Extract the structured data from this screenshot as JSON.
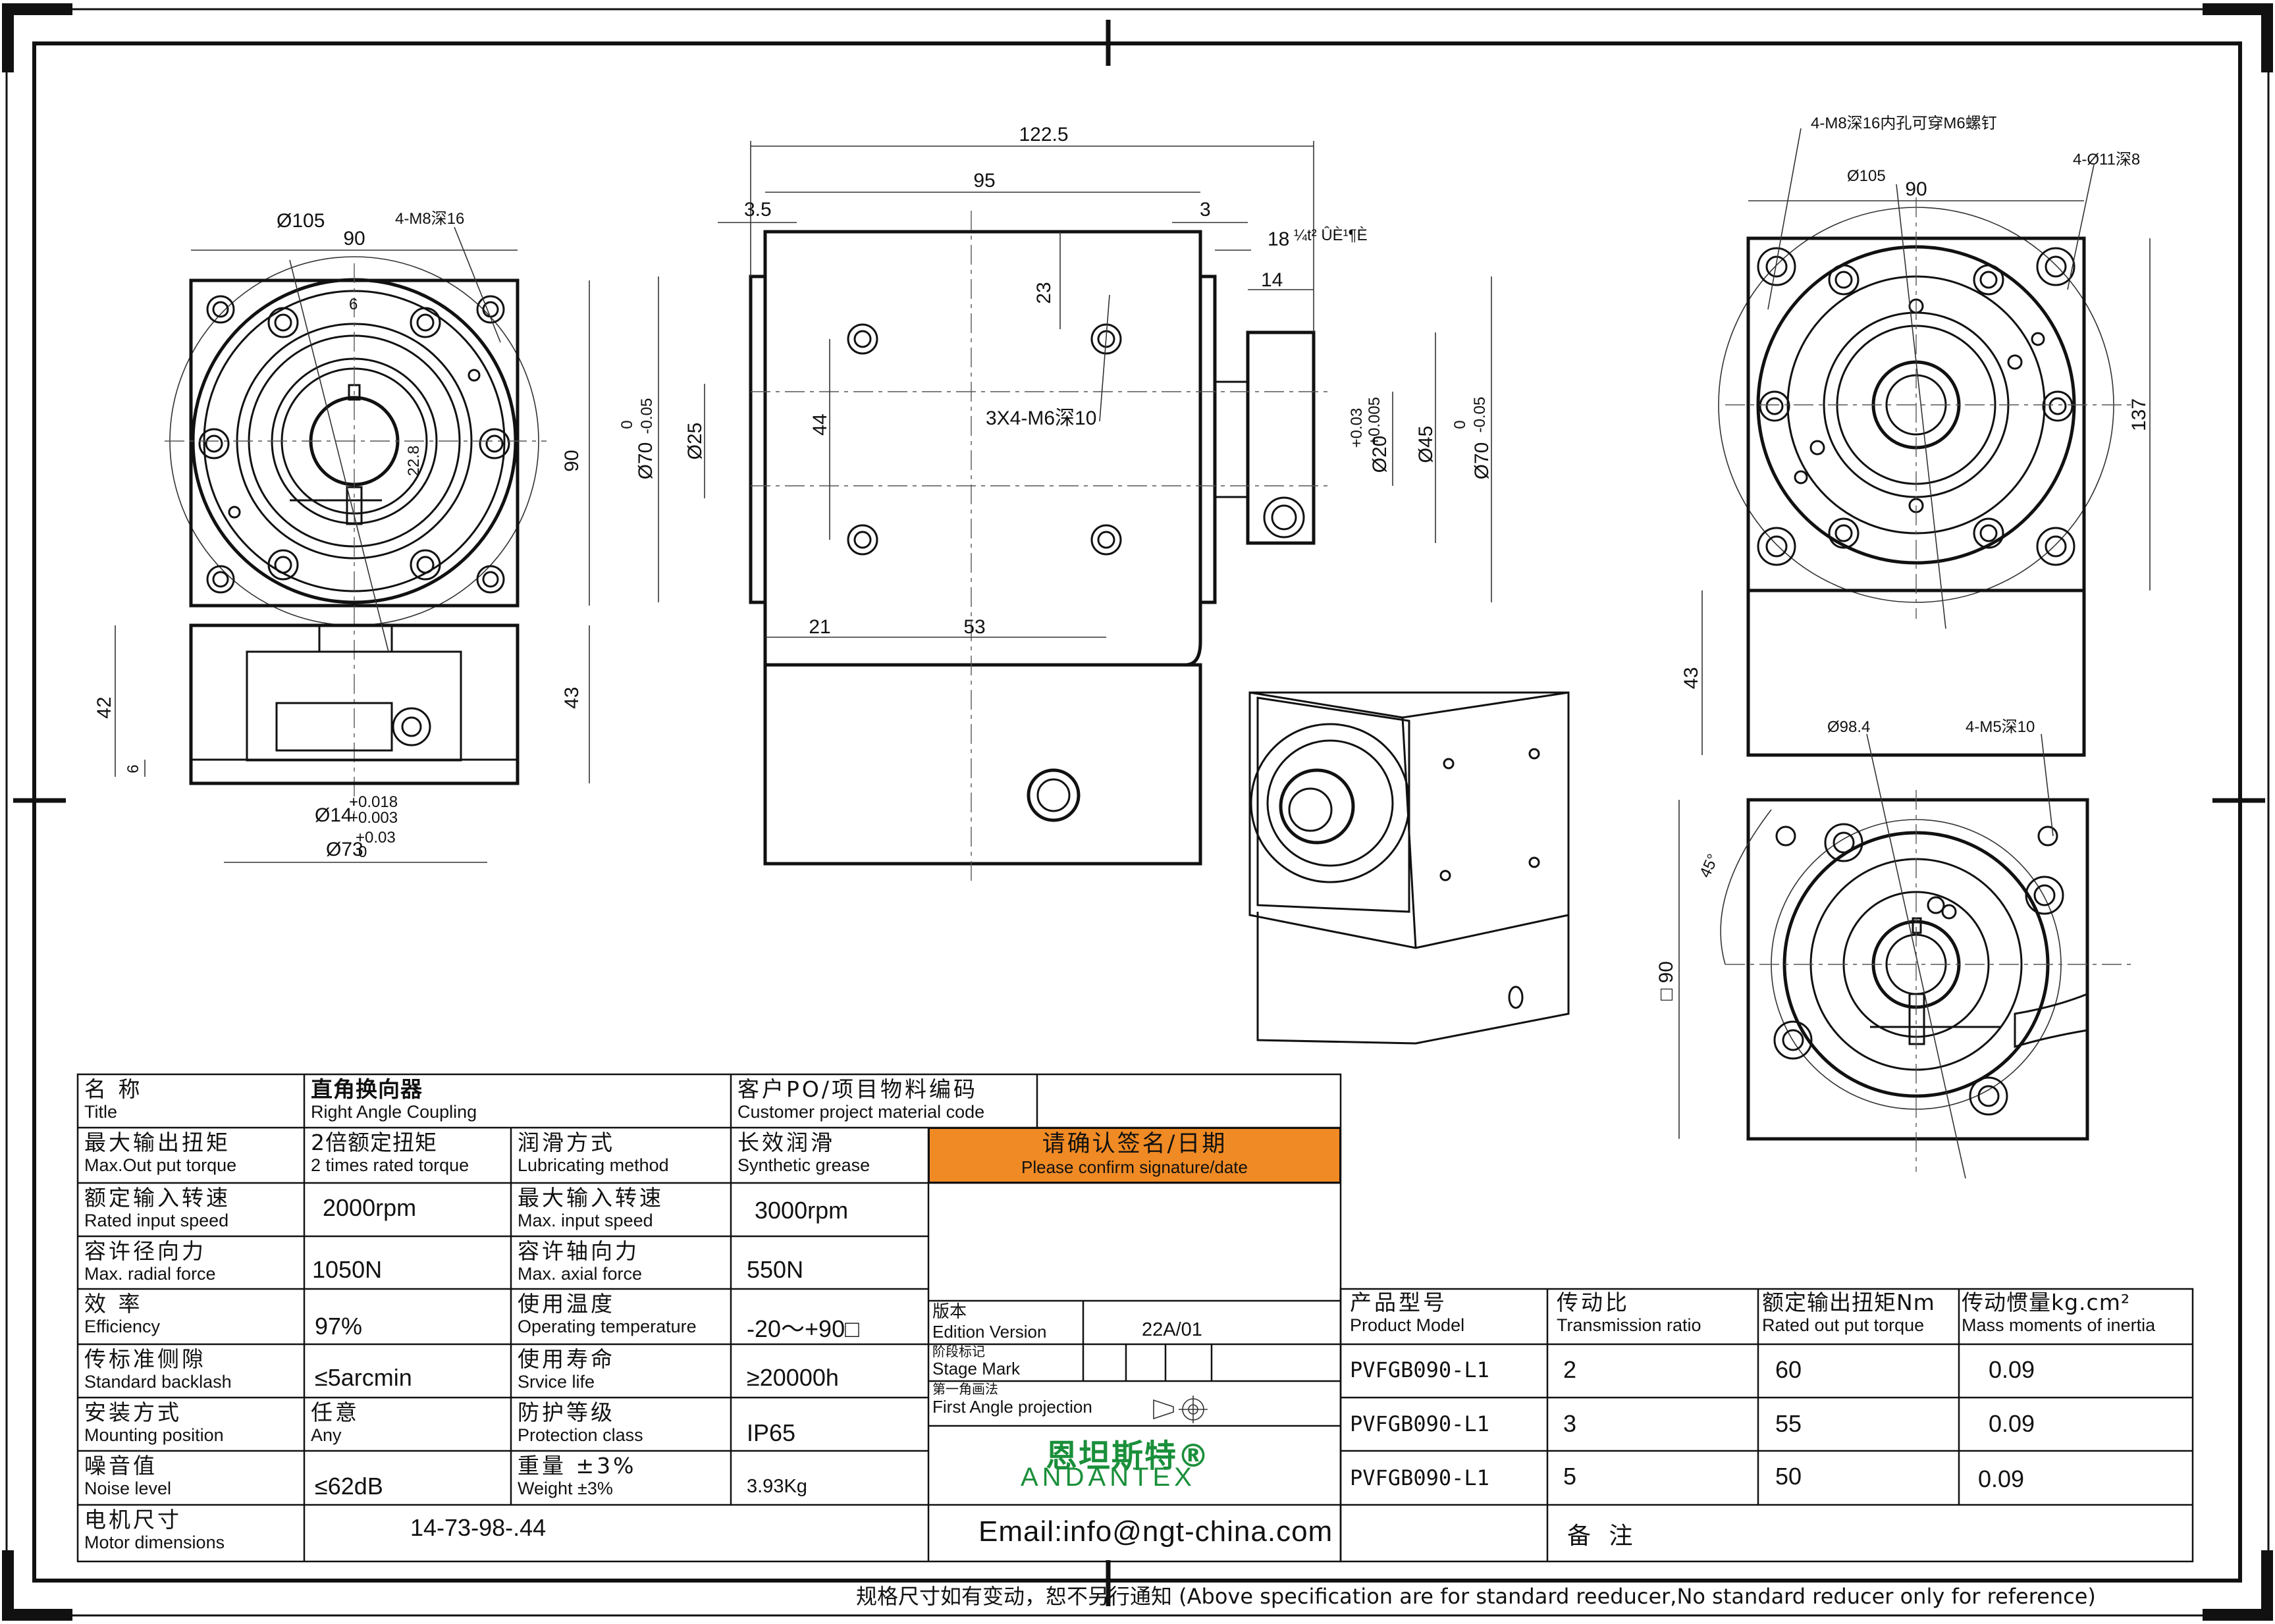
{
  "front_view": {
    "labels": [
      "Ø105",
      "4-M8深16",
      "90",
      "6",
      "22.8",
      "90",
      "42",
      "43",
      "6",
      "Ø14",
      "+0.018",
      "+0.003",
      "Ø73",
      "+0.03",
      "0"
    ]
  },
  "side_view": {
    "labels": [
      "122.5",
      "95",
      "3.5",
      "3",
      "18",
      "¼t² ÛÈ¹¶È",
      "14",
      "23",
      "Ø70",
      "0",
      "-0.05",
      "Ø25",
      "44",
      "3X4-M6深10",
      "Ø20",
      "+0.03",
      "+0.005",
      "Ø45",
      "Ø70",
      "0",
      "-0.05",
      "21",
      "53"
    ]
  },
  "right_top_view": {
    "labels": [
      "4-M8深16内孔可穿M6螺钉",
      "Ø105",
      "90",
      "4-Ø11深8",
      "137",
      "43"
    ]
  },
  "right_bottom_view": {
    "labels": [
      "Ø98.4",
      "4-M5深10",
      "45°",
      "□ 90"
    ]
  },
  "spec_table": {
    "title": {
      "zh": "名 称",
      "en": "Title",
      "value_zh": "直角换向器",
      "value_en": "Right Angle Coupling"
    },
    "customer": {
      "zh": "客户PO/项目物料编码",
      "en": "Customer project material code"
    },
    "max_torque": {
      "zh": "最大输出扭矩",
      "en": "Max.Out put torque",
      "value_zh": "2倍额定扭矩",
      "value_en": "2 times rated torque"
    },
    "lubrication": {
      "zh": "润滑方式",
      "en": "Lubricating method",
      "value_zh": "长效润滑",
      "value_en": "Synthetic grease"
    },
    "confirm": {
      "zh": "请确认签名/日期",
      "en": "Please confirm signature/date"
    },
    "rated_speed": {
      "zh": "额定输入转速",
      "en": "Rated input speed",
      "value": "2000rpm"
    },
    "max_speed": {
      "zh": "最大输入转速",
      "en": "Max. input speed",
      "value": "3000rpm"
    },
    "radial_force": {
      "zh": "容许径向力",
      "en": "Max. radial force",
      "value": "1050N"
    },
    "axial_force": {
      "zh": "容许轴向力",
      "en": "Max. axial force",
      "value": "550N"
    },
    "efficiency": {
      "zh": "效 率",
      "en": "Efficiency",
      "value": "97%"
    },
    "temperature": {
      "zh": "使用温度",
      "en": "Operating temperature",
      "value": "-20〜+90□"
    },
    "backlash": {
      "zh": "传标准侧隙",
      "en": "Standard backlash",
      "value": "≤5arcmin"
    },
    "life": {
      "zh": "使用寿命",
      "en": "Srvice life",
      "value": "≥20000h"
    },
    "mounting": {
      "zh": "安装方式",
      "en": "Mounting position",
      "value_zh": "任意",
      "value_en": "Any"
    },
    "protection": {
      "zh": "防护等级",
      "en": "Protection class",
      "value": "IP65"
    },
    "noise": {
      "zh": "噪音值",
      "en": "Noise level",
      "value": "≤62dB"
    },
    "weight": {
      "zh": "重量 ±3%",
      "en": "Weight ±3%",
      "value": "3.93Kg"
    },
    "motor": {
      "zh": "电机尺寸",
      "en": "Motor dimensions",
      "value": "14-73-98-.44"
    },
    "edition": {
      "zh": "版本",
      "en": "Edition Version",
      "value": "22A/01"
    },
    "stage": {
      "zh": "阶段标记",
      "en": "Stage Mark"
    },
    "projection": {
      "zh": "第一角画法",
      "en": "First Angle projection"
    },
    "logo": {
      "zh": "恩坦斯特®",
      "en": "ANDANTEX"
    },
    "email": "Email:info@ngt-china.com",
    "remark": "备 注",
    "models_header": {
      "model": {
        "zh": "产品型号",
        "en": "Product Model"
      },
      "ratio": {
        "zh": "传动比",
        "en": "Transmission ratio"
      },
      "torque": {
        "zh": "额定输出扭矩Nm",
        "en": "Rated out put torque"
      },
      "inertia": {
        "zh": "传动惯量kg.cm²",
        "en": "Mass moments of inertia"
      }
    },
    "models": [
      {
        "model": "PVFGB090-L1",
        "ratio": "2",
        "torque": "60",
        "inertia": "0.09"
      },
      {
        "model": "PVFGB090-L1",
        "ratio": "3",
        "torque": "55",
        "inertia": "0.09"
      },
      {
        "model": "PVFGB090-L1",
        "ratio": "5",
        "torque": "50",
        "inertia": "0.09"
      }
    ]
  },
  "footer": "规格尺寸如有变动，恕不另行通知   (Above specification are for standard reeducer,No standard reducer only for reference)"
}
